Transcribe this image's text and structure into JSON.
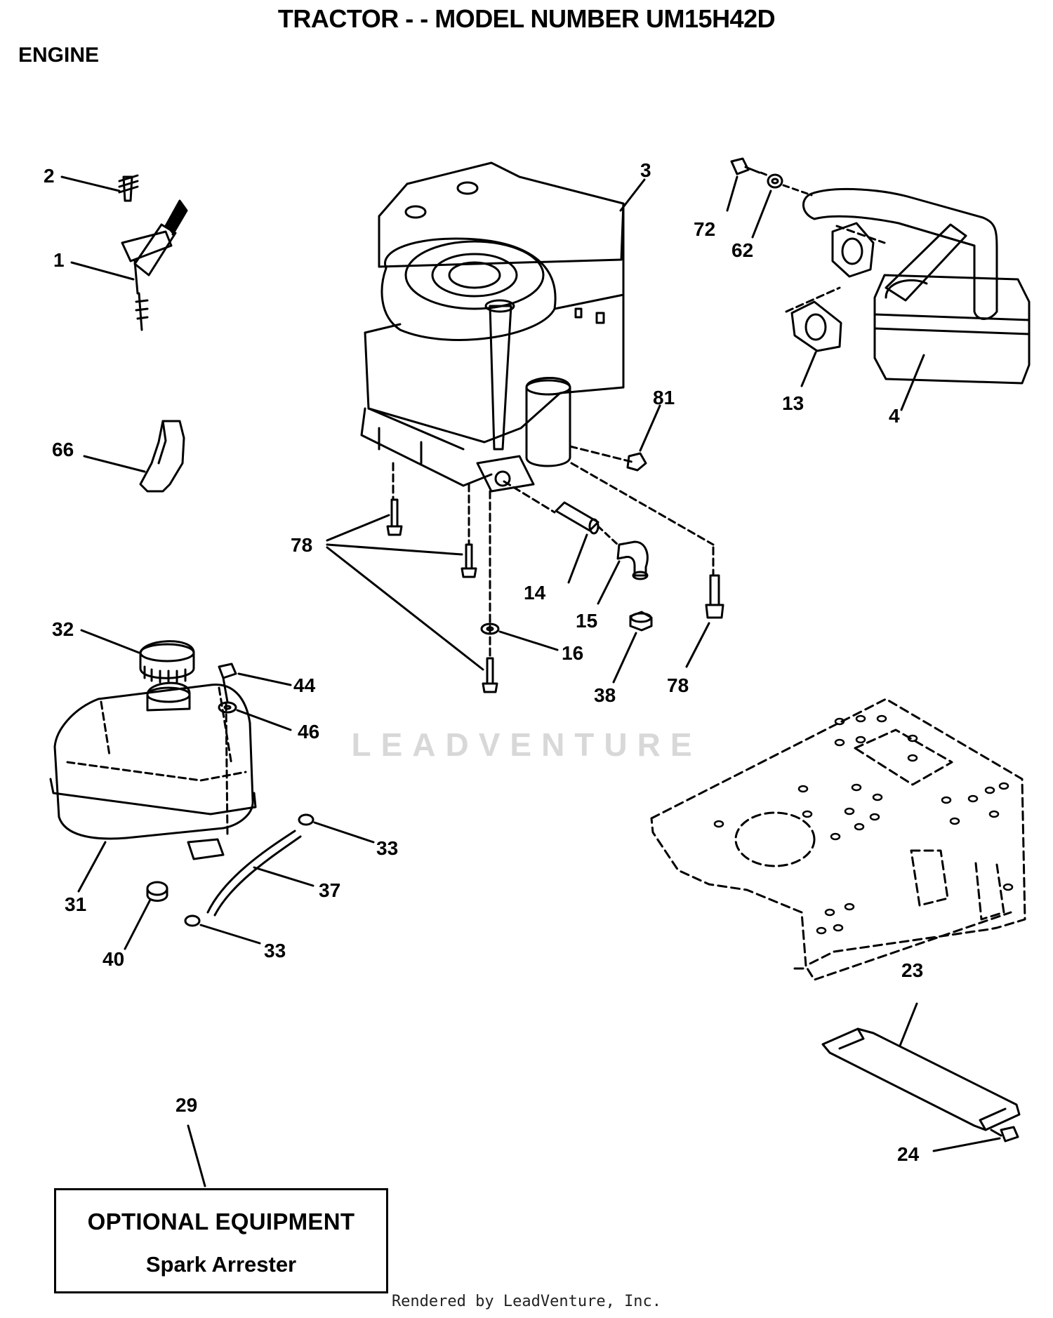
{
  "header": {
    "title": "TRACTOR - - MODEL NUMBER UM15H42D",
    "section": "ENGINE"
  },
  "callouts": {
    "c1": "1",
    "c2": "2",
    "c3": "3",
    "c4": "4",
    "c13": "13",
    "c14": "14",
    "c15": "15",
    "c16": "16",
    "c23": "23",
    "c24": "24",
    "c29": "29",
    "c31": "31",
    "c32": "32",
    "c33a": "33",
    "c33b": "33",
    "c37": "37",
    "c38": "38",
    "c40": "40",
    "c44": "44",
    "c46": "46",
    "c62": "62",
    "c66": "66",
    "c72": "72",
    "c78a": "78",
    "c78b": "78",
    "c81": "81"
  },
  "optional_box": {
    "line1": "OPTIONAL EQUIPMENT",
    "line2": "Spark Arrester"
  },
  "watermark": "LEADVENTURE",
  "footer": "Rendered by LeadVenture, Inc."
}
